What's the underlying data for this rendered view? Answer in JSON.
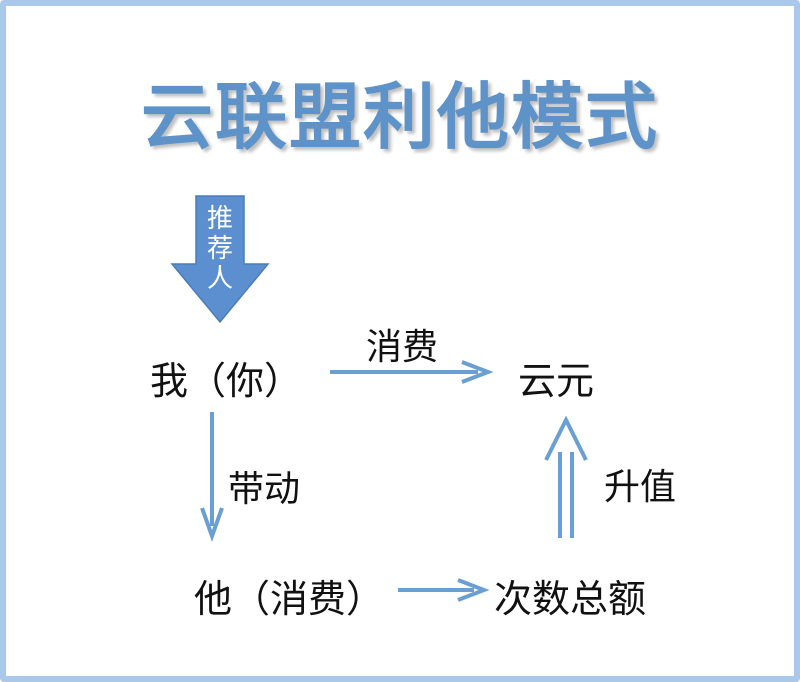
{
  "title": "云联盟利他模式",
  "recommender_label": "推荐人",
  "nodes": {
    "me": "我（你）",
    "yunyuan": "云元",
    "him": "他（消费）",
    "total": "次数总额"
  },
  "edges": {
    "consume": "消费",
    "drive": "带动",
    "appreciate": "升值"
  },
  "colors": {
    "title": "#5e93c9",
    "arrow": "#6a9fd4",
    "border": "#a9c8ea",
    "big_arrow": "#5b8fcf"
  }
}
